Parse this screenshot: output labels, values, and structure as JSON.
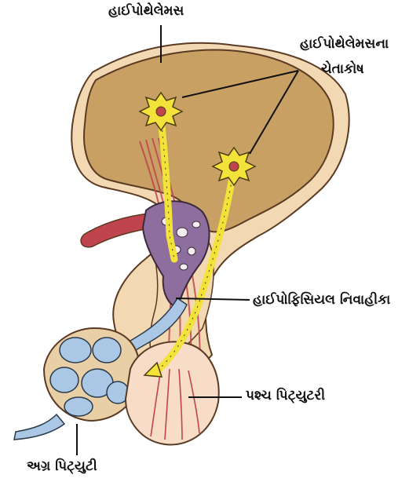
{
  "labels": {
    "hypothalamus": "હાઈપોથેલેમસ",
    "hypothalamus_cells_line1": "હાઈપોથેલેમસના",
    "hypothalamus_cells_line2": "ચેતાકોષ",
    "hypophyseal_portal": "હાઈપોફિસિયલ નિવાહીકા",
    "posterior_pituitary": "પશ્ચ પિટ્યુટરી",
    "anterior_pituitary": "અગ્ર પિટ્યુટી"
  },
  "colors": {
    "hypothalamus_tissue": "#c8a064",
    "outer_tissue": "#f2d9b3",
    "neuron_yellow": "#f2e23a",
    "portal_purple": "#8e6e9e",
    "vessel_red": "#c0444e",
    "anterior_blue": "#aac8e6",
    "posterior_pink": "#f7dcc8"
  }
}
